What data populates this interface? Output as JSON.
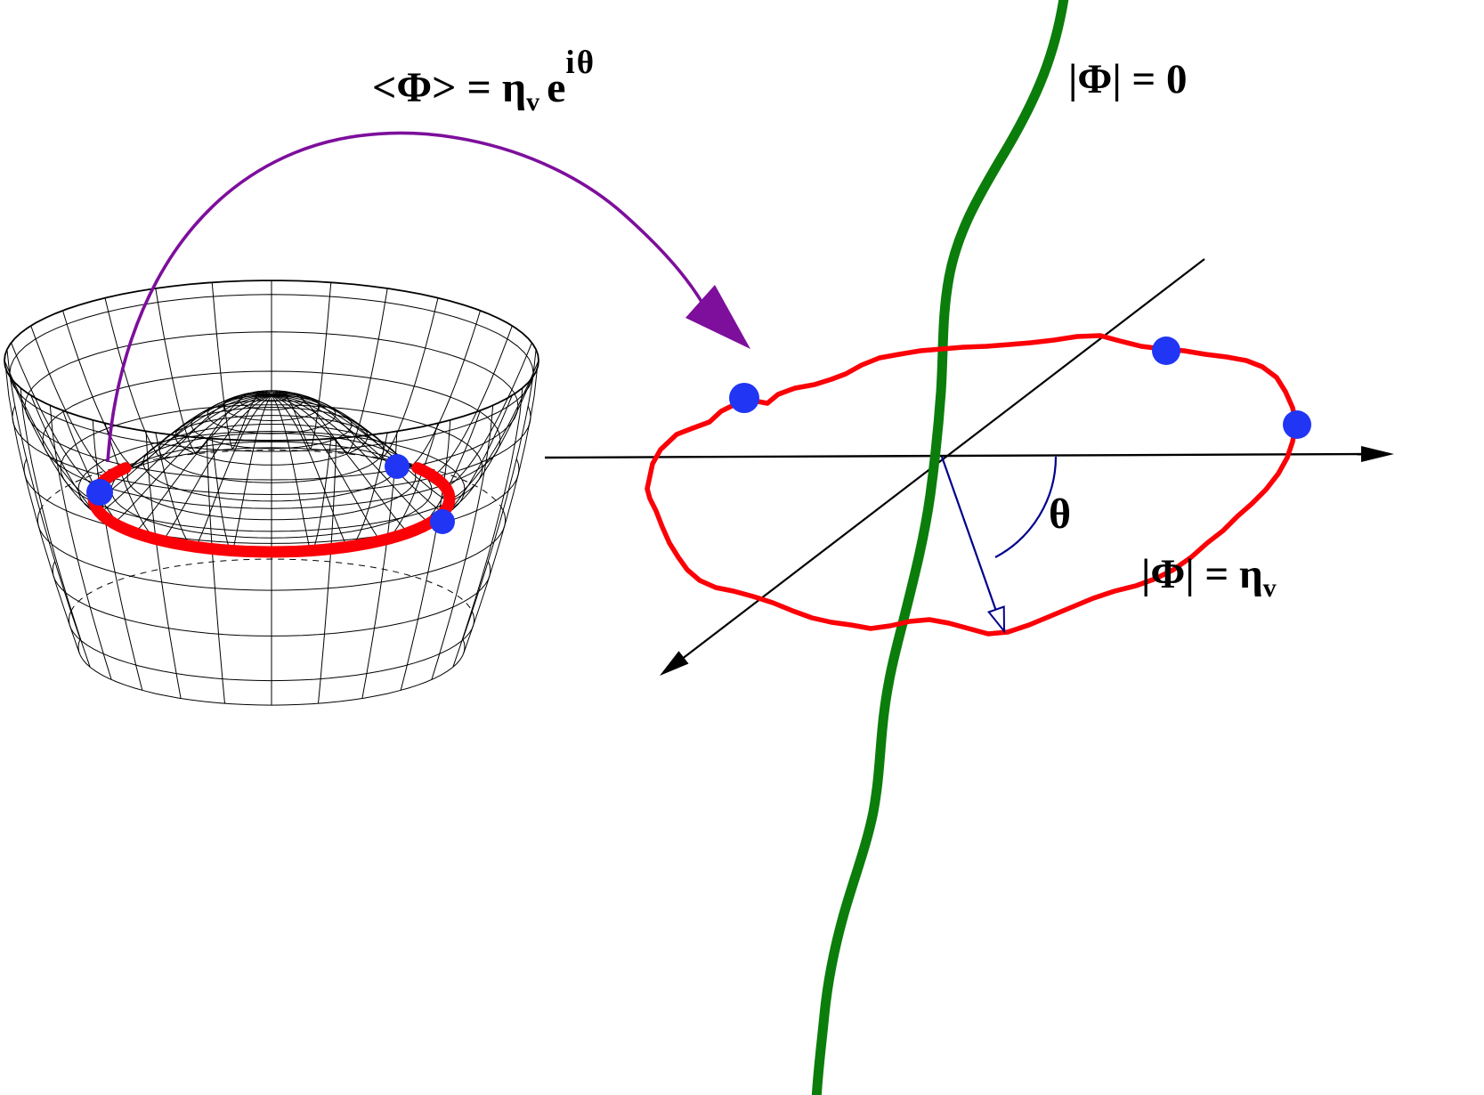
{
  "labels": {
    "vev_formula": {
      "prefix": "<Φ> = η",
      "sub": "v",
      "base": "e",
      "sup": "iθ"
    },
    "string_core": "|Φ| = 0",
    "loop_magnitude": {
      "prefix": "|Φ| = η",
      "sub": "v"
    },
    "phase_angle": "θ"
  },
  "colors": {
    "background": "#ffffff",
    "wireframe_black": "#000000",
    "axis_black": "#000000",
    "string_green": "#0b7d0b",
    "loop_red": "#fb0006",
    "dot_blue": "#2135f5",
    "angle_blue": "#00008b",
    "arrow_purple": "#7d0f9c"
  }
}
